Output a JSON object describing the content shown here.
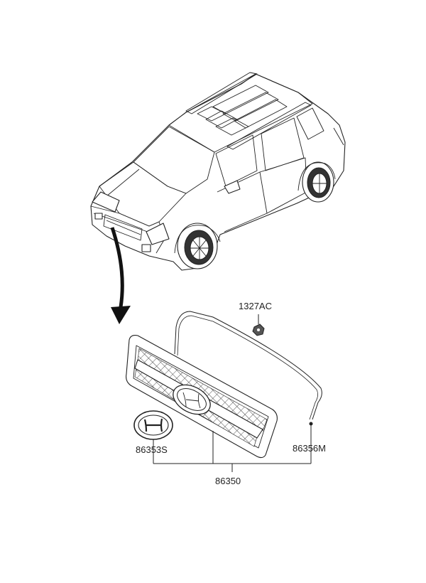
{
  "parts": {
    "nut_label": "1327AC",
    "emblem_label": "86353S",
    "moulding_label": "86356M",
    "grille_assembly_label": "86350"
  },
  "colors": {
    "line": "#222222",
    "background": "#ffffff"
  }
}
